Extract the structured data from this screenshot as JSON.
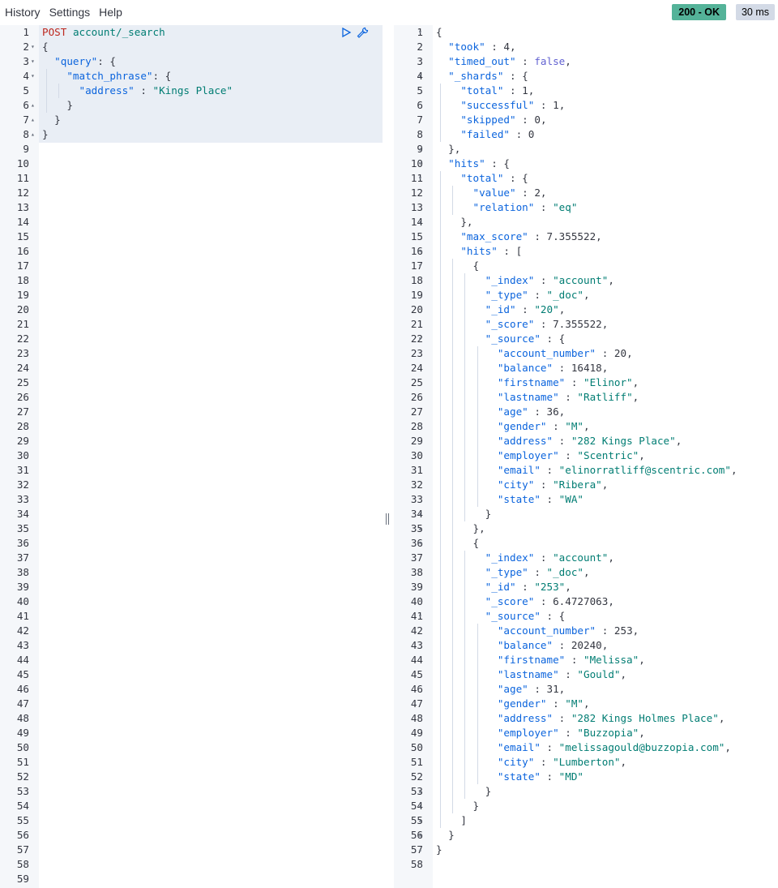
{
  "menu": [
    "History",
    "Settings",
    "Help"
  ],
  "status": {
    "code": "200 - OK",
    "time": "30 ms"
  },
  "icons": {
    "run": "play-icon",
    "settings": "wrench-icon"
  },
  "request": {
    "total_lines": 59,
    "lines": [
      "POST account/_search",
      "{",
      "  \"query\": {",
      "    \"match_phrase\": {",
      "      \"address\" : \"Kings Place\"",
      "    }",
      "  }",
      "}"
    ]
  },
  "response": {
    "total_lines": 58,
    "lines": [
      "{",
      "  \"took\" : 4,",
      "  \"timed_out\" : false,",
      "  \"_shards\" : {",
      "    \"total\" : 1,",
      "    \"successful\" : 1,",
      "    \"skipped\" : 0,",
      "    \"failed\" : 0",
      "  },",
      "  \"hits\" : {",
      "    \"total\" : {",
      "      \"value\" : 2,",
      "      \"relation\" : \"eq\"",
      "    },",
      "    \"max_score\" : 7.355522,",
      "    \"hits\" : [",
      "      {",
      "        \"_index\" : \"account\",",
      "        \"_type\" : \"_doc\",",
      "        \"_id\" : \"20\",",
      "        \"_score\" : 7.355522,",
      "        \"_source\" : {",
      "          \"account_number\" : 20,",
      "          \"balance\" : 16418,",
      "          \"firstname\" : \"Elinor\",",
      "          \"lastname\" : \"Ratliff\",",
      "          \"age\" : 36,",
      "          \"gender\" : \"M\",",
      "          \"address\" : \"282 Kings Place\",",
      "          \"employer\" : \"Scentric\",",
      "          \"email\" : \"elinorratliff@scentric.com\",",
      "          \"city\" : \"Ribera\",",
      "          \"state\" : \"WA\"",
      "        }",
      "      },",
      "      {",
      "        \"_index\" : \"account\",",
      "        \"_type\" : \"_doc\",",
      "        \"_id\" : \"253\",",
      "        \"_score\" : 6.4727063,",
      "        \"_source\" : {",
      "          \"account_number\" : 253,",
      "          \"balance\" : 20240,",
      "          \"firstname\" : \"Melissa\",",
      "          \"lastname\" : \"Gould\",",
      "          \"age\" : 31,",
      "          \"gender\" : \"M\",",
      "          \"address\" : \"282 Kings Holmes Place\",",
      "          \"employer\" : \"Buzzopia\",",
      "          \"email\" : \"melissagould@buzzopia.com\",",
      "          \"city\" : \"Lumberton\",",
      "          \"state\" : \"MD\"",
      "        }",
      "      }",
      "    ]",
      "  }",
      "}"
    ]
  },
  "colors": {
    "method": "#bd271e",
    "string": "#017d73",
    "key": "#0b64dd",
    "boolean": "#6161d1",
    "status_ok": "#54b399"
  }
}
